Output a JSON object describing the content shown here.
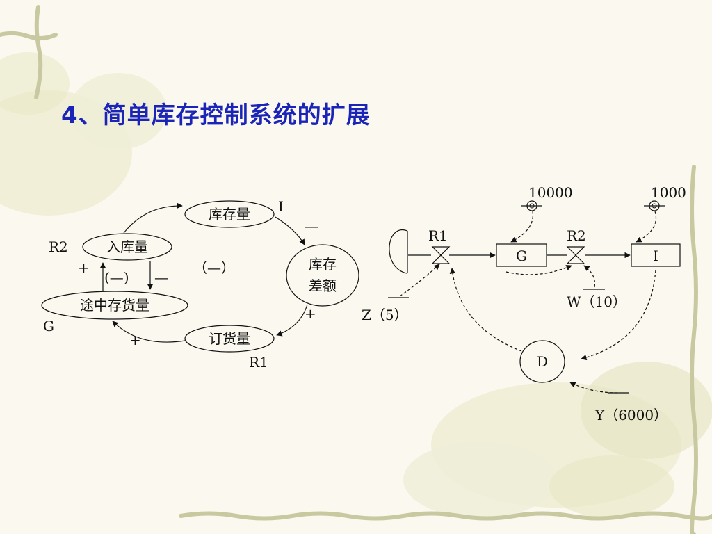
{
  "slide": {
    "title": "4、简单库存控制系统的扩展"
  },
  "causal_loop": {
    "nodes": {
      "inventory": "库存量",
      "receiving": "入库量",
      "gap": [
        "库存",
        "差额"
      ],
      "in_transit": "途中存货量",
      "orders": "订货量"
    },
    "labels": {
      "I": "I",
      "minus_top": "—",
      "neg_loop_center": "（—）",
      "R2": "R2",
      "plus_left": "+",
      "neg_loop_left": "(—)",
      "minus_left": "—",
      "plus_right": "+",
      "G": "G",
      "plus_bottom": "+",
      "R1": "R1"
    }
  },
  "flow_diagram": {
    "rate_r1": "R1",
    "rate_r2": "R2",
    "level_g": "G",
    "level_i": "I",
    "const_10000": "10000",
    "const_1000": "1000",
    "aux_d": "D",
    "param_z": "Z（5）",
    "param_w": "W（10）",
    "param_y": "Y（6000）"
  },
  "colors": {
    "title": "#1a24b8",
    "line": "#111111",
    "background": "#fbf9ef",
    "decor": "#c8c9a0"
  }
}
